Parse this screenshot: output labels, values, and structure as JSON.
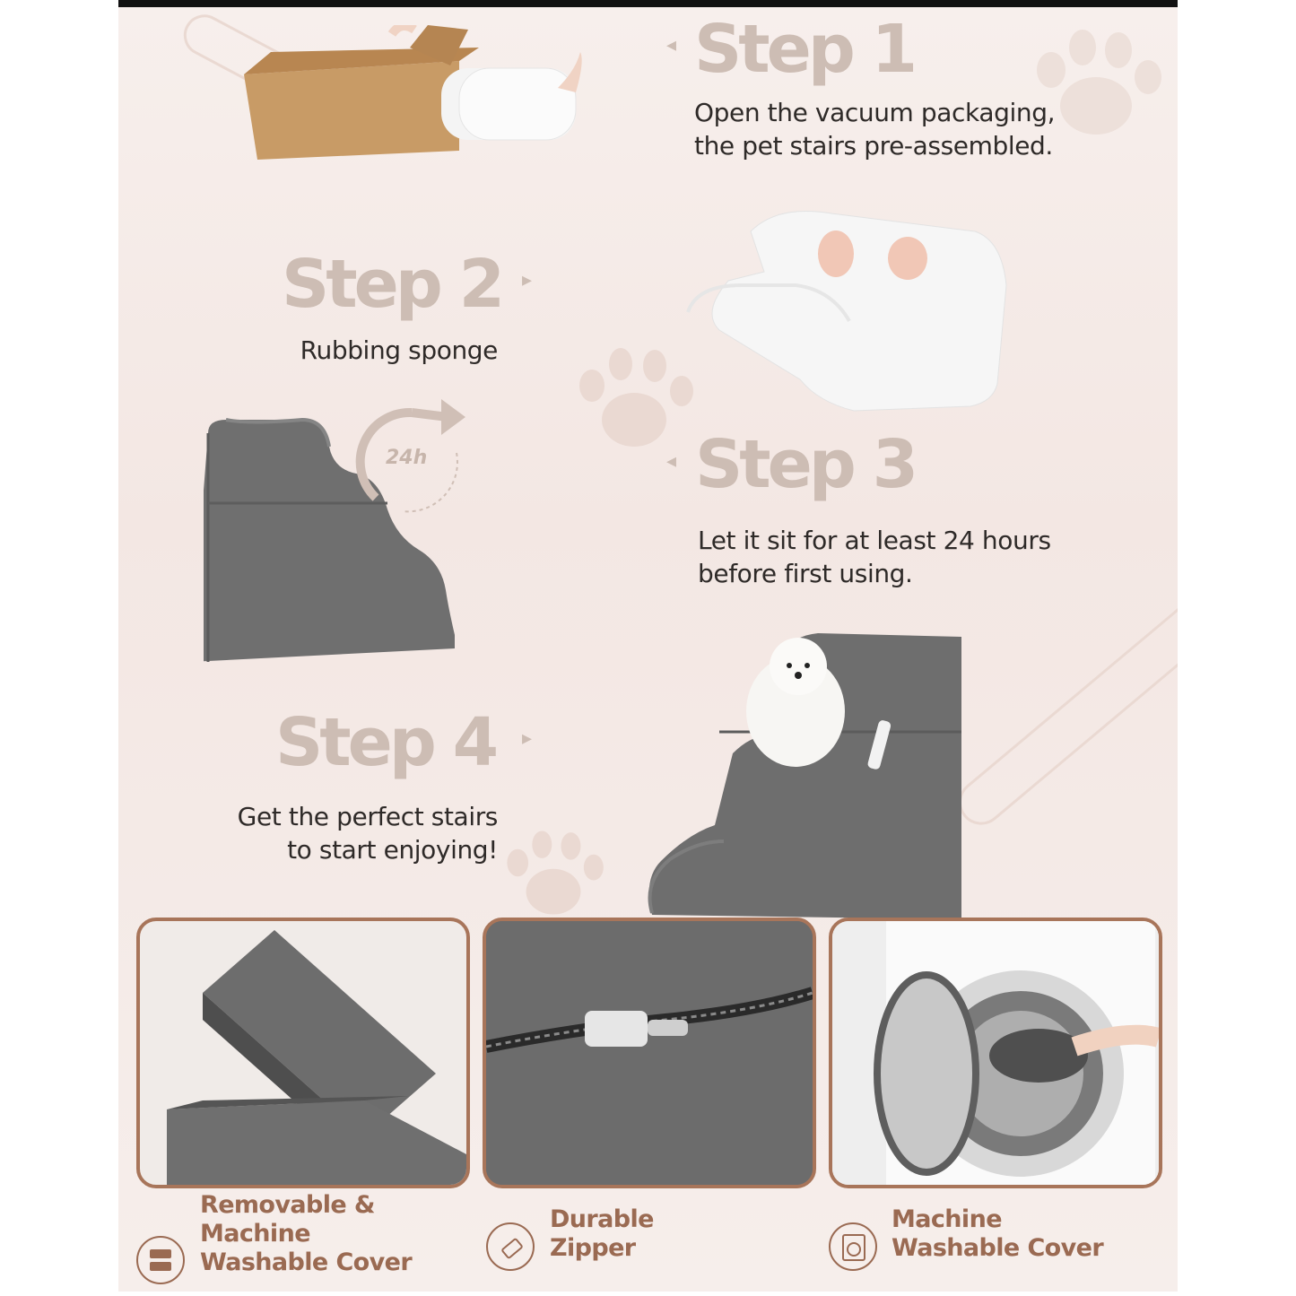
{
  "steps": [
    {
      "title": "Step 1",
      "desc_lines": [
        "Open the vacuum packaging,",
        "the pet stairs pre-assembled."
      ]
    },
    {
      "title": "Step 2",
      "desc_lines": [
        "Rubbing sponge"
      ]
    },
    {
      "title": "Step 3",
      "desc_lines": [
        "Let it sit for at least 24 hours",
        "before  first using."
      ]
    },
    {
      "title": "Step 4",
      "desc_lines": [
        "Get the perfect stairs",
        "to start enjoying!"
      ]
    }
  ],
  "timer_label": "24h",
  "features": [
    {
      "icon": "cover-layers-icon",
      "lines": [
        "Removable &",
        "Machine",
        "Washable Cover"
      ]
    },
    {
      "icon": "zipper-icon",
      "lines": [
        "Durable",
        "Zipper"
      ]
    },
    {
      "icon": "washing-machine-icon",
      "lines": [
        "Machine",
        "Washable Cover"
      ]
    }
  ],
  "colors": {
    "step_title": "#cdbdb4",
    "text": "#2e2a28",
    "feature": "#9a6a52",
    "stair_gray": "#6b6b6b"
  }
}
